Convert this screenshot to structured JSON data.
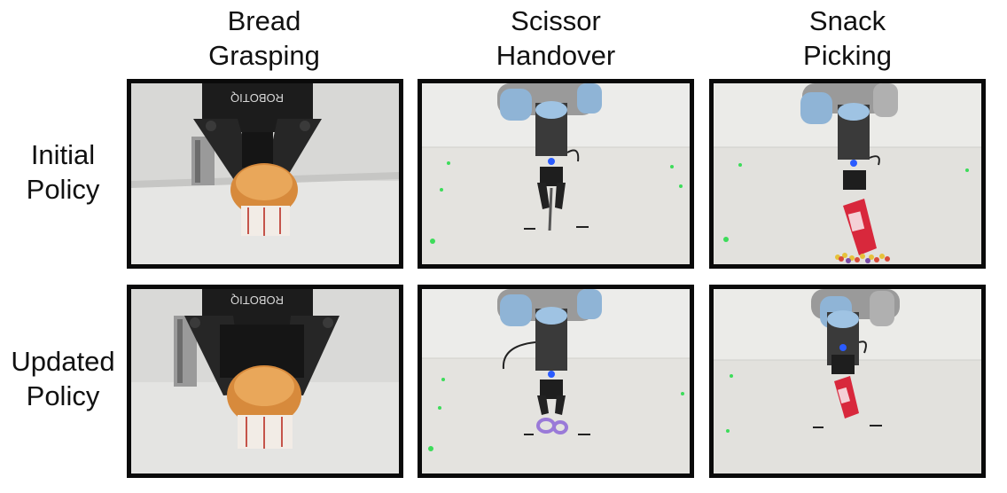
{
  "columns": [
    {
      "title": "Bread\nGrasping"
    },
    {
      "title": "Scissor\nHandover"
    },
    {
      "title": "Snack\nPicking"
    }
  ],
  "rows": [
    {
      "title": "Initial\nPolicy"
    },
    {
      "title": "Updated\nPolicy"
    }
  ],
  "gripper_logo_text": "ROBOTIQ",
  "colors": {
    "frame": "#0a0a0a",
    "robot_blue": "#8fb4d6",
    "gripper_led": "#2a5bff",
    "snack_red": "#d8283c",
    "scissor_purple": "#9a7ad8",
    "tape_green": "#3ddc5a"
  }
}
